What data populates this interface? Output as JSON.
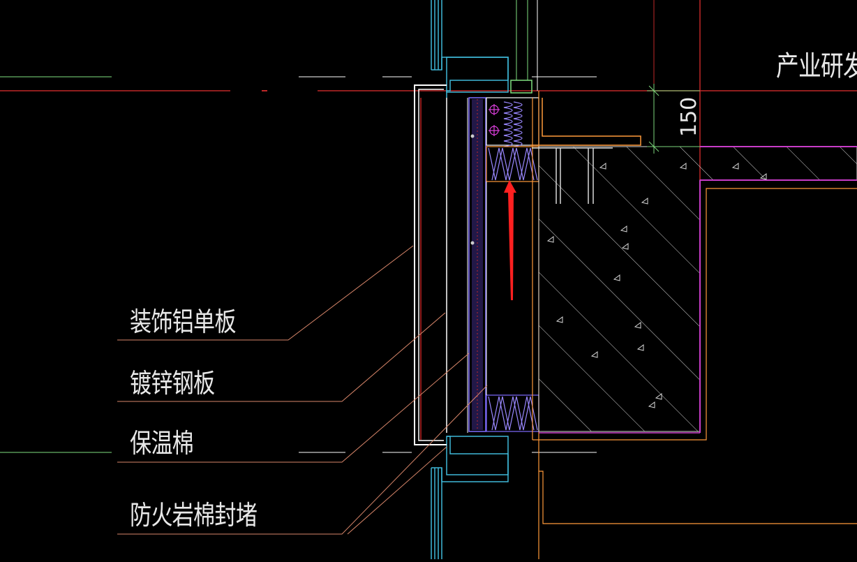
{
  "room_label": "产业研发",
  "dimension_text": "150",
  "callouts": [
    {
      "text": "装饰铝单板"
    },
    {
      "text": "镀锌钢板"
    },
    {
      "text": "保温棉"
    },
    {
      "text": "防火岩棉封堵"
    }
  ],
  "colors": {
    "background": "#000000",
    "leader": "#d8866a",
    "curtain_wall": "#3fb8d8",
    "panel": "#ffffff",
    "insulation": "#7f6cff",
    "concrete": "#d8d8d8",
    "floor_edge": "#c83cc8",
    "dimension": "#7cd67c",
    "arrow": "#ff2020",
    "grid_red": "#c02828",
    "steel": "#ff9a3a"
  }
}
